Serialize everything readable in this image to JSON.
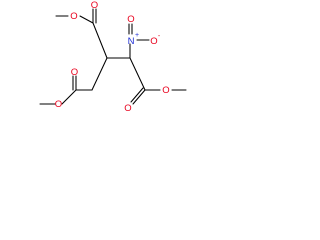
{
  "molecule": {
    "atoms": {
      "o_ester_top": "O",
      "o_carbonyl_top": "O",
      "n_nitro": "N",
      "n_charge": "+",
      "o_nitro_right": "O",
      "o_nitro_right_charge": "-",
      "o_nitro_bottom": "O",
      "o_ester_left": "O",
      "o_carbonyl_left": "O",
      "o_ester_right": "O",
      "o_carbonyl_right": "O"
    },
    "colors": {
      "bond": "#000000",
      "oxygen": "#e8001c",
      "nitrogen": "#1f2fd6"
    }
  }
}
